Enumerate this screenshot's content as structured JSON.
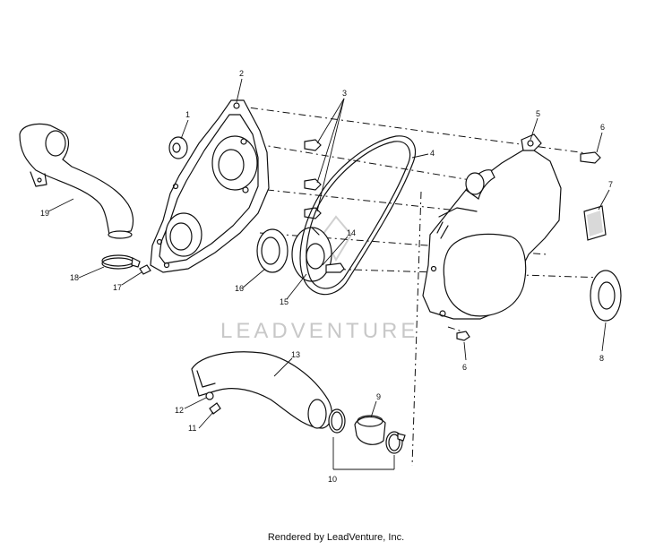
{
  "watermark": "LEADVENTURE",
  "credit": "Rendered by LeadVenture, Inc.",
  "callouts": [
    "1",
    "2",
    "3",
    "4",
    "5",
    "6",
    "6",
    "7",
    "8",
    "9",
    "10",
    "11",
    "12",
    "13",
    "14",
    "15",
    "16",
    "17",
    "18",
    "19"
  ]
}
